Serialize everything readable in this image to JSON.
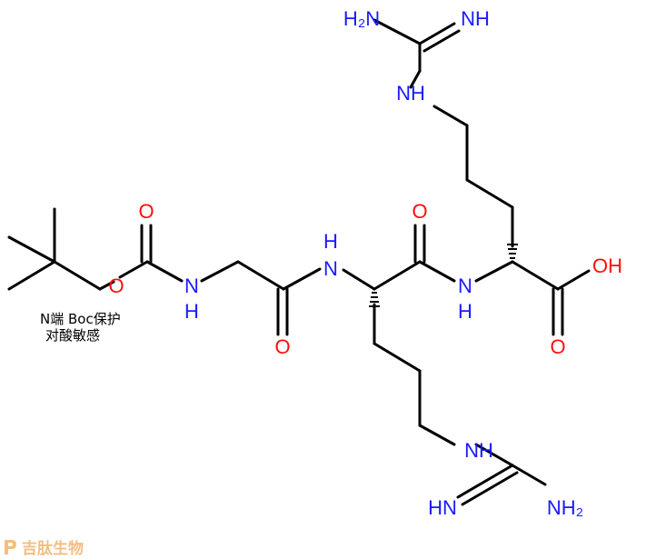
{
  "colors": {
    "nitrogen": "#1a1aff",
    "oxygen": "#ff0d0d",
    "bond": "#000000",
    "watermark": "#f2b36b"
  },
  "labels": {
    "o_ester_carbonyl": "O",
    "o_ester": "O",
    "nh_carbamate": "N",
    "h_carbamate": "H",
    "o_gly_carbonyl": "O",
    "nh_arg1": "N",
    "h_arg1": "H",
    "o_arg1_carbonyl": "O",
    "nh_arg2": "N",
    "h_arg2": "H",
    "oh_acid": "OH",
    "o_acid_carbonyl": "O",
    "nh_guan_top": "NH",
    "h2n_guan_top": "H₂N",
    "nh_imine_top": "NH",
    "nh_guan_bottom": "NH",
    "hn_imine_bottom": "HN",
    "nh2_guan_bottom": "NH₂"
  },
  "note": {
    "line1": "N端 Boc保护",
    "line2": "对酸敏感"
  },
  "watermark": {
    "text": "吉肽生物",
    "logo_icon": "p-logo-icon"
  }
}
